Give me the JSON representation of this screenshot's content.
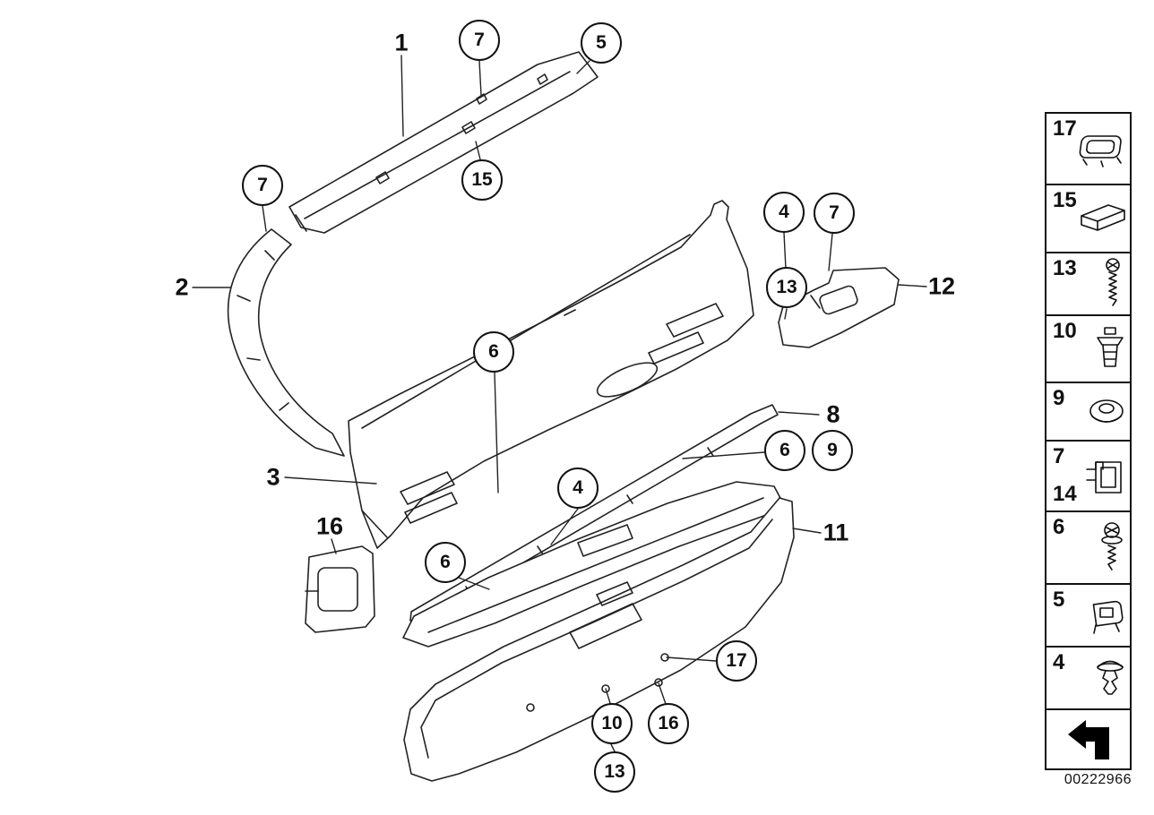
{
  "doc_number": "00222966",
  "callouts": [
    {
      "text": "7"
    },
    {
      "text": "5"
    },
    {
      "text": "7"
    },
    {
      "text": "15"
    },
    {
      "text": "4"
    },
    {
      "text": "7"
    },
    {
      "text": "13"
    },
    {
      "text": "6"
    },
    {
      "text": "6"
    },
    {
      "text": "9"
    },
    {
      "text": "4"
    },
    {
      "text": "6"
    },
    {
      "text": "17"
    },
    {
      "text": "10"
    },
    {
      "text": "16"
    },
    {
      "text": "13"
    }
  ],
  "labels": [
    {
      "text": "1"
    },
    {
      "text": "2"
    },
    {
      "text": "3"
    },
    {
      "text": "8"
    },
    {
      "text": "11"
    },
    {
      "text": "12"
    },
    {
      "text": "16"
    }
  ],
  "sidebar": {
    "items": [
      {
        "number": "17",
        "icon": "cover-cap-icon"
      },
      {
        "number": "15",
        "icon": "spacer-block-icon"
      },
      {
        "number": "13",
        "icon": "screw-icon"
      },
      {
        "number": "10",
        "icon": "expansion-nut-icon"
      },
      {
        "number": "9",
        "icon": "grommet-icon"
      },
      {
        "number": "7",
        "number2": "14",
        "icon": "clamp-bracket-icon"
      },
      {
        "number": "6",
        "icon": "screw-washer-icon"
      },
      {
        "number": "5",
        "icon": "clip-nut-icon"
      },
      {
        "number": "4",
        "icon": "push-rivet-icon"
      }
    ]
  }
}
